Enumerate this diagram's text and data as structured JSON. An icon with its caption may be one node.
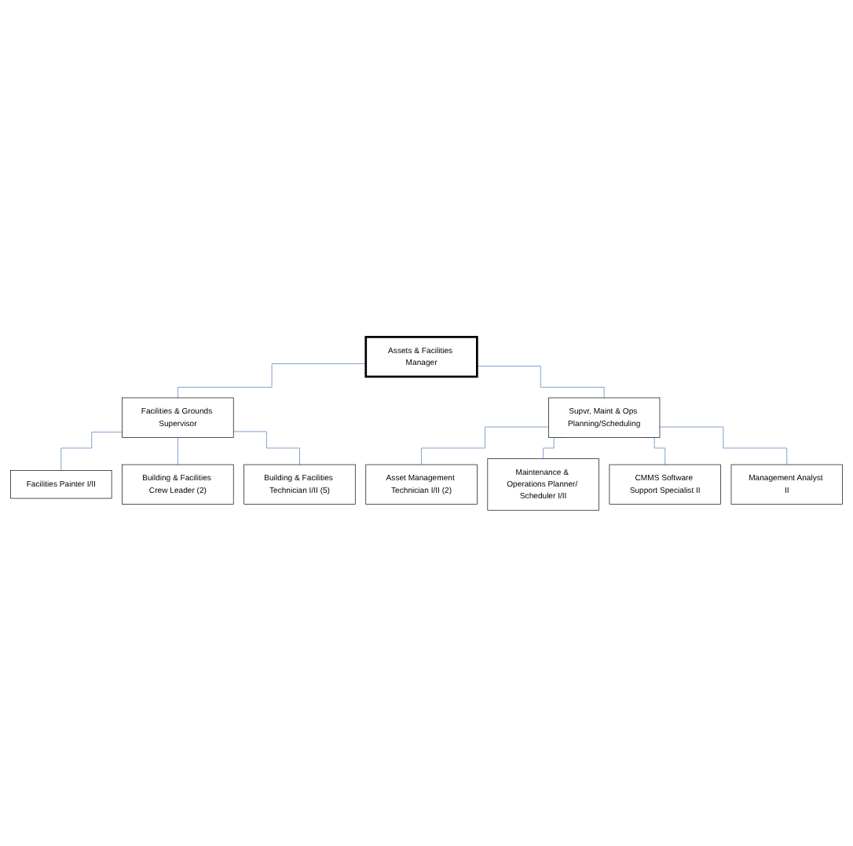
{
  "diagram": {
    "nodes": [
      {
        "text": [
          "Assets & Facilities Manager"
        ]
      },
      {
        "text": [
          "Facilities & Grounds Supervisor"
        ]
      },
      {
        "text": [
          "Supvr, Maint & Ops Planning/Scheduling"
        ]
      },
      {
        "text": [
          "Facilities Painter I/II"
        ]
      },
      {
        "text": [
          "Building & Facilities Crew Leader (2)"
        ]
      },
      {
        "text": [
          "Building & Facilities Technician I/II (5)"
        ]
      },
      {
        "text": [
          "Asset Management Technician I/II (2)"
        ]
      },
      {
        "text": [
          "Maintenance & Operations Planner/ Scheduler I/II"
        ]
      },
      {
        "text": [
          "CMMS Software Support Specialist II"
        ]
      },
      {
        "text": [
          "Management Analyst II"
        ]
      }
    ],
    "edges": [
      {
        "from": 0,
        "to": 1,
        "arrow": "none"
      },
      {
        "from": 0,
        "to": 2,
        "arrow": "none"
      },
      {
        "from": 1,
        "to": 3,
        "arrow": "none"
      },
      {
        "from": 1,
        "to": 4,
        "arrow": "none"
      },
      {
        "from": 1,
        "to": 5,
        "arrow": "none"
      },
      {
        "from": 2,
        "to": 6,
        "arrow": "none"
      },
      {
        "from": 2,
        "to": 7,
        "arrow": "none"
      },
      {
        "from": 2,
        "to": 8,
        "arrow": "none"
      },
      {
        "from": 2,
        "to": 9,
        "arrow": "none"
      }
    ]
  }
}
